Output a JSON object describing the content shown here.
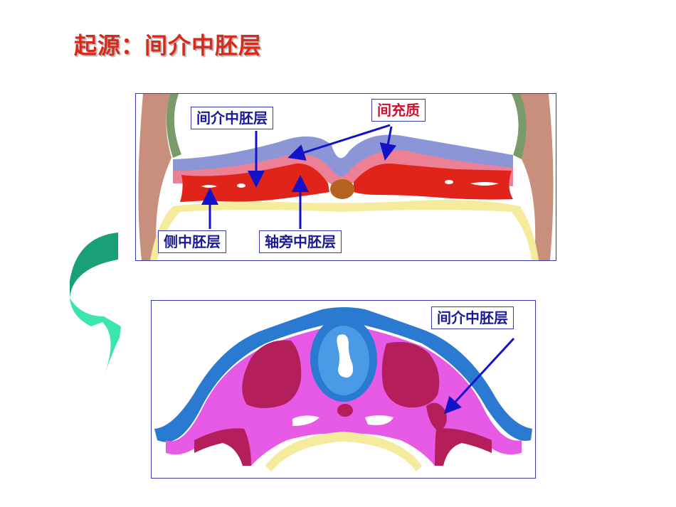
{
  "slide": {
    "title": "起源：间介中胚层"
  },
  "top_panel": {
    "labels": {
      "intermediate_mesoderm": "间介中胚层",
      "mesenchyme": "间充质",
      "lateral_mesoderm": "侧中胚层",
      "paraxial_mesoderm": "轴旁中胚层"
    }
  },
  "bottom_panel": {
    "labels": {
      "intermediate_mesoderm": "间介中胚层"
    }
  },
  "colors": {
    "title": "#d62a1a",
    "callout_text_blue": "#1a1a96",
    "callout_text_red": "#cc1030",
    "arrow_blue": "#1212c8",
    "mesoderm_red": "#e0241a",
    "ectoderm_blue": "#8c96d6",
    "pink_layer": "#ee8096",
    "body_wall_tan": "#c8907c",
    "amnion_green": "#7a9a6a",
    "endoderm_yellow": "#f4ec9c",
    "notochord_brown": "#b4641e",
    "neural_tube_blue": "#2a7ad2",
    "somite_crimson": "#b41e5a",
    "mesenchyme_magenta": "#e65ae6",
    "transition_arrow_green": "#1aa078"
  }
}
